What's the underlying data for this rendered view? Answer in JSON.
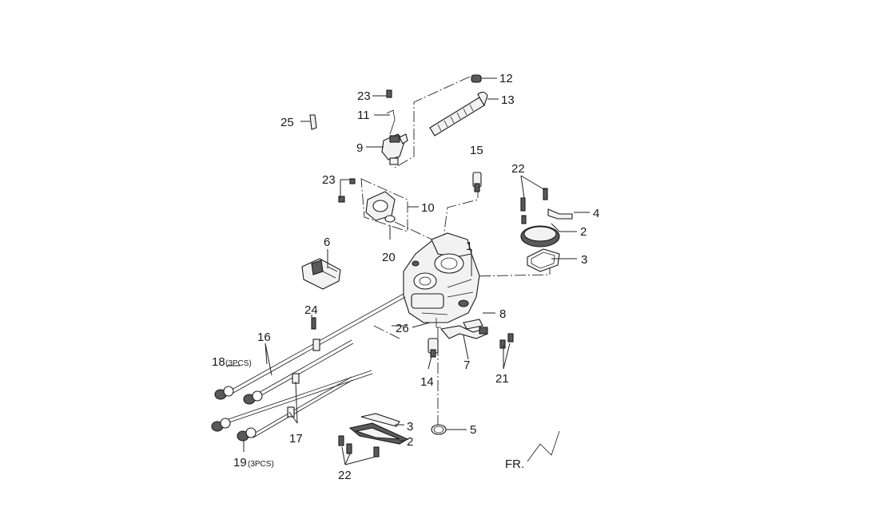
{
  "callouts": {
    "c1": "1",
    "c2_upper": "2",
    "c2_lower": "2",
    "c3_upper": "3",
    "c3_lower": "3",
    "c4": "4",
    "c5": "5",
    "c6": "6",
    "c7": "7",
    "c8": "8",
    "c9": "9",
    "c10": "10",
    "c11": "11",
    "c12": "12",
    "c13": "13",
    "c14": "14",
    "c15": "15",
    "c16": "16",
    "c17": "17",
    "c18": "18",
    "c18_qty": "(3PCS)",
    "c19": "19",
    "c19_qty": "(3PCS)",
    "c20": "20",
    "c21": "21",
    "c22_upper": "22",
    "c22_lower": "22",
    "c23_upper": "23",
    "c23_lower": "23",
    "c24": "24",
    "c25": "25",
    "c26": "26"
  },
  "front_label": "FR."
}
